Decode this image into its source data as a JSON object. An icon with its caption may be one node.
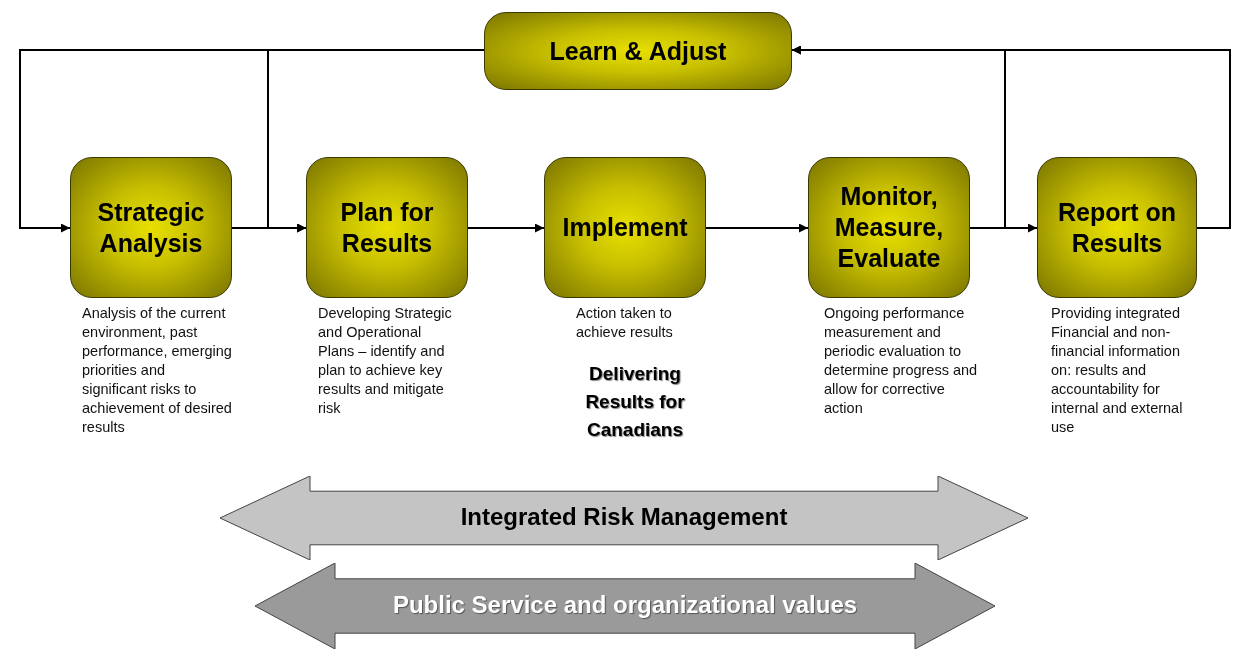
{
  "diagram": {
    "nodes": [
      {
        "text": [
          "Learn & Adjust"
        ]
      },
      {
        "text": [
          "Strategic Analysis"
        ],
        "beside": [
          "Analysis of the current environment, past performance, emerging priorities and significant risks to achievement of desired results"
        ]
      },
      {
        "text": [
          "Plan for Results"
        ],
        "beside": [
          "Developing Strategic and Operational Plans – identify and plan to achieve key results and mitigate risk"
        ]
      },
      {
        "text": [
          "Implement"
        ],
        "beside": [
          "Action taken to achieve results"
        ]
      },
      {
        "text": [
          "Monitor, Measure, Evaluate"
        ],
        "beside": [
          "Ongoing performance measurement and periodic evaluation to determine progress and allow for corrective action"
        ]
      },
      {
        "text": [
          "Report on Results"
        ],
        "beside": [
          "Providing integrated Financial and non-financial information on: results and accountability for internal and external use"
        ]
      },
      {
        "text": [
          "Integrated Risk Management"
        ]
      },
      {
        "text": [
          "Public Service and organizational values"
        ]
      }
    ],
    "edges": [
      {
        "from": 1,
        "to": 2,
        "arrow": "to"
      },
      {
        "from": 2,
        "to": 3,
        "arrow": "to"
      },
      {
        "from": 3,
        "to": 4,
        "arrow": "to"
      },
      {
        "from": 4,
        "to": 5,
        "arrow": "to"
      },
      {
        "from": 4,
        "to": 0,
        "arrow": "to"
      },
      {
        "from": 5,
        "to": 0,
        "arrow": "to"
      },
      {
        "from": 0,
        "to": 1,
        "arrow": "to"
      },
      {
        "from": 0,
        "to": 2,
        "arrow": "to"
      }
    ],
    "labels": [
      "Delivering Results for Canadians"
    ]
  }
}
